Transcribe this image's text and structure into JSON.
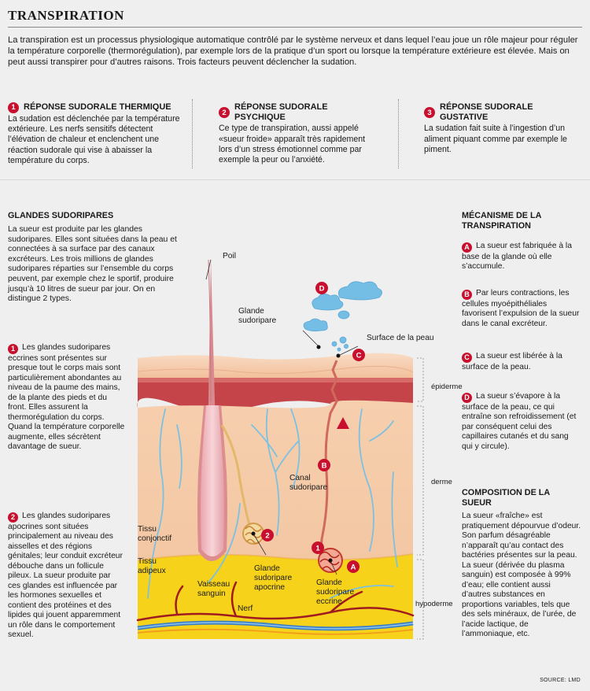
{
  "title": "TRANSPIRATION",
  "intro": "La transpiration est un processus physiologique automatique contrôlé par le système nerveux et dans lequel l’eau joue un rôle majeur pour réguler la température corporelle (thermorégulation), par exemple lors de la pratique d’un sport ou lorsque la température extérieure est élevée. Mais on peut aussi transpirer pour d’autres raisons. Trois facteurs peuvent déclencher la sudation.",
  "factors": [
    {
      "num": "1",
      "title": "RÉPONSE SUDORALE THERMIQUE",
      "text": "La sudation est déclenchée par la température extérieure. Les nerfs sensitifs détectent l’élévation de chaleur et enclenchent une réaction sudorale qui vise à abaisser la température du corps."
    },
    {
      "num": "2",
      "title": "RÉPONSE SUDORALE PSYCHIQUE",
      "text": "Ce type de transpiration, aussi appelé «sueur froide» apparaît très rapidement lors d’un stress émotionnel comme par exemple la peur ou l’anxiété."
    },
    {
      "num": "3",
      "title": "RÉPONSE SUDORALE GUSTATIVE",
      "text": "La sudation fait suite à l’ingestion d’un aliment piquant comme par exemple le piment."
    }
  ],
  "glands": {
    "title": "GLANDES SUDORIPARES",
    "intro": "La sueur est produite par les glandes sudoripares. Elles sont situées dans la peau et connectées à sa surface par des canaux excréteurs. Les trois millions de glandes sudoripares réparties sur l’ensemble du corps peuvent, par exemple chez le sportif, produire jusqu’à 10 litres de sueur par jour. On en distingue 2 types.",
    "type1_num": "1",
    "type1": "Les glandes sudoripares eccrines sont présentes sur presque tout le corps mais sont particulièrement abondantes au niveau de la paume des mains, de la plante des pieds et du front. Elles assurent la thermorégulation du corps. Quand la température corporelle augmente, elles sécrètent davantage de sueur.",
    "type2_num": "2",
    "type2": "Les glandes sudoripares apocrines sont situées principalement au niveau des aisselles et des régions génitales; leur conduit excréteur débouche dans un follicule pileux. La sueur produite par ces glandes est influencée par les hormones sexuelles et contient des protéines et des lipides qui jouent apparemment un rôle dans le comportement sexuel."
  },
  "mechanism": {
    "title": "MÉCANISME DE LA TRANSPIRATION",
    "steps": [
      {
        "letter": "A",
        "text": "La sueur est fabriquée à la base de la glande où elle s’accumule."
      },
      {
        "letter": "B",
        "text": "Par leurs contractions, les cellules myoépithéliales favorisent l’expulsion de la sueur dans le canal excréteur."
      },
      {
        "letter": "C",
        "text": "La sueur est libérée à la surface de la peau."
      },
      {
        "letter": "D",
        "text": "La sueur s’évapore à la surface de la peau, ce qui entraîne son refroidissement (et par conséquent celui des capillaires cutanés et du sang qui y circule)."
      }
    ]
  },
  "composition": {
    "title": "COMPOSITION DE LA SUEUR",
    "text": "La sueur «fraîche» est pratiquement dépourvue d’odeur. Son parfum désagréable n’apparaît qu’au contact des bactéries présentes sur la peau. La sueur (dérivée du plasma sanguin) est composée à 99% d’eau; elle contient aussi d’autres substances en proportions variables, tels que des sels minéraux, de l’urée, de l’acide lactique, de l’ammoniaque, etc."
  },
  "diagram": {
    "poil": "Poil",
    "glande_sudoripare": "Glande sudoripare",
    "surface": "Surface de la peau",
    "epiderme": "épiderme",
    "derme": "derme",
    "hypoderme": "hypoderme",
    "canal": "Canal sudoripare",
    "tissu_conjonctif": "Tissu conjonctif",
    "tissu_adipeux": "Tissu adipeux",
    "vaisseau": "Vaisseau sanguin",
    "nerf": "Nerf",
    "apocrine": "Glande sudoripare apocrine",
    "eccrine": "Glande sudoripare eccrine",
    "markers": {
      "A": "A",
      "B": "B",
      "C": "C",
      "D": "D",
      "one": "1",
      "two": "2"
    }
  },
  "source": "SOURCE: LMD",
  "colors": {
    "accent": "#c8102e",
    "epidermis": "#f4c7a4",
    "dermis_red": "#c4444a",
    "fat": "#f6d21a",
    "vessel_blue": "#6ab4dc"
  }
}
